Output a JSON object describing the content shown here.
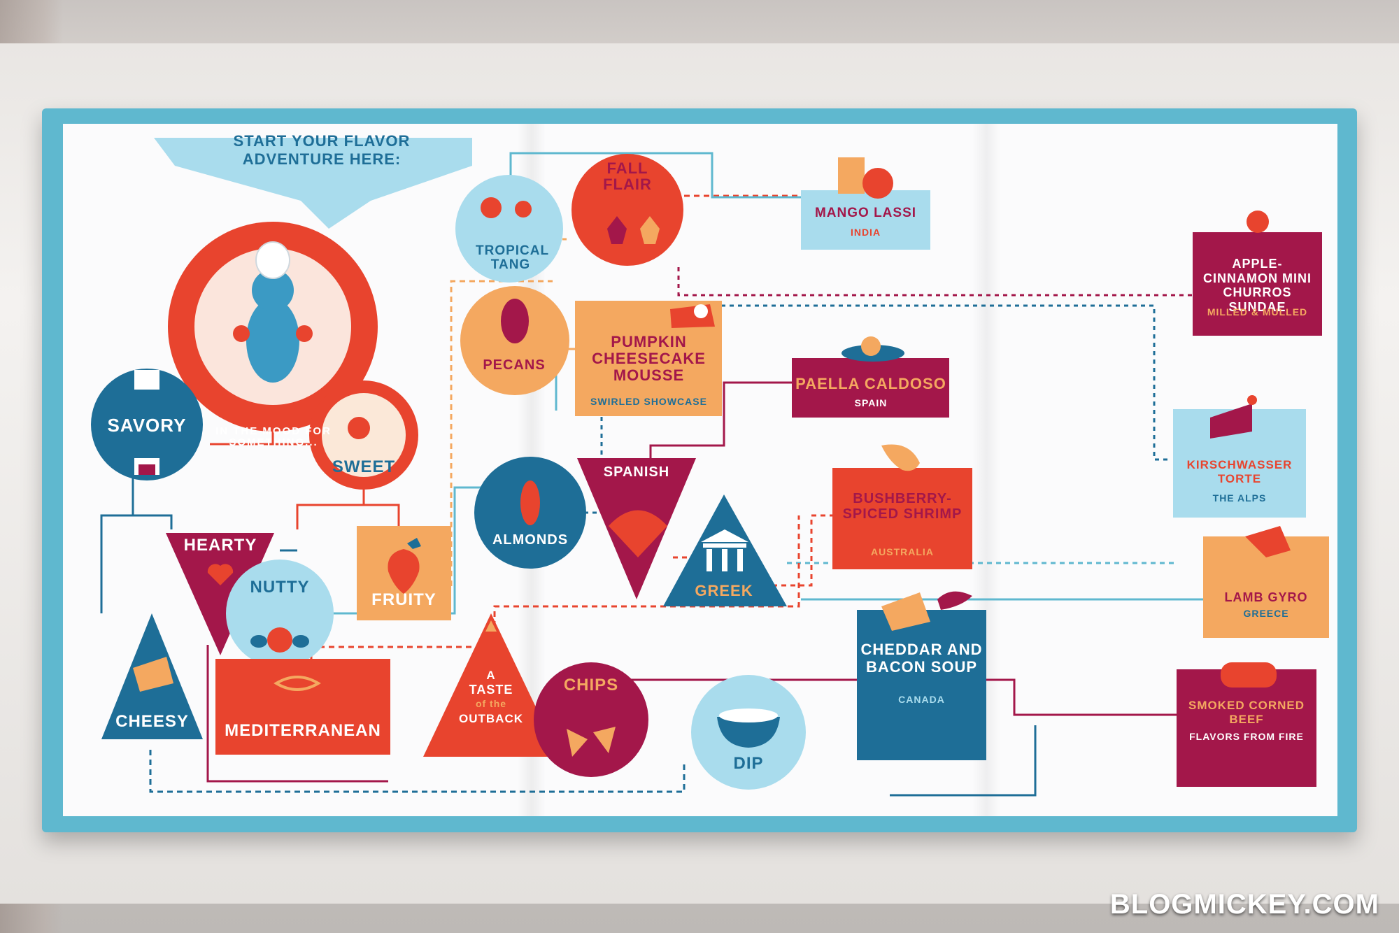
{
  "header": {
    "title": "START YOUR FLAVOR ADVENTURE HERE:",
    "mood_circle": "IN THE MOOD FOR SOMETHING..."
  },
  "choices": {
    "savory": "SAVORY",
    "sweet": "SWEET",
    "hearty": "HEARTY",
    "cheesy": "CHEESY",
    "nutty": "NUTTY",
    "fruity": "FRUITY",
    "pecans": "PECANS",
    "almonds": "ALMONDS",
    "tropical": "TROPICAL TANG",
    "fall": "FALL FLAIR",
    "spanish": "SPANISH",
    "greek": "GREEK",
    "mediterranean": "MEDITERRANEAN",
    "outback_a": "A",
    "outback_taste": "TASTE",
    "outback_of": "of the",
    "outback_name": "OUTBACK",
    "chips": "CHIPS",
    "dip": "DIP"
  },
  "dishes": [
    {
      "id": "mango",
      "name": "MANGO LASSI",
      "place": "INDIA"
    },
    {
      "id": "churros",
      "name": "APPLE-CINNAMON MINI CHURROS SUNDAE",
      "place": "MILLED & MULLED"
    },
    {
      "id": "pumpkin",
      "name": "PUMPKIN CHEESECAKE MOUSSE",
      "place": "SWIRLED SHOWCASE"
    },
    {
      "id": "paella",
      "name": "PAELLA CALDOSO",
      "place": "SPAIN"
    },
    {
      "id": "kirsch",
      "name": "KIRSCHWASSER TORTE",
      "place": "THE ALPS"
    },
    {
      "id": "shrimp",
      "name": "BUSHBERRY-SPICED SHRIMP",
      "place": "AUSTRALIA"
    },
    {
      "id": "gyro",
      "name": "LAMB GYRO",
      "place": "GREECE"
    },
    {
      "id": "cheddar",
      "name": "CHEDDAR AND BACON SOUP",
      "place": "CANADA"
    },
    {
      "id": "corned",
      "name": "SMOKED CORNED BEEF",
      "place": "FLAVORS FROM FIRE"
    }
  ],
  "watermark": "BLOGMICKEY.COM",
  "colors": {
    "red": "#e8442e",
    "navy": "#1e6e97",
    "maroon": "#a3174a",
    "orange": "#f4a860",
    "lightblue": "#a9dced",
    "teal": "#5fb8cf"
  }
}
